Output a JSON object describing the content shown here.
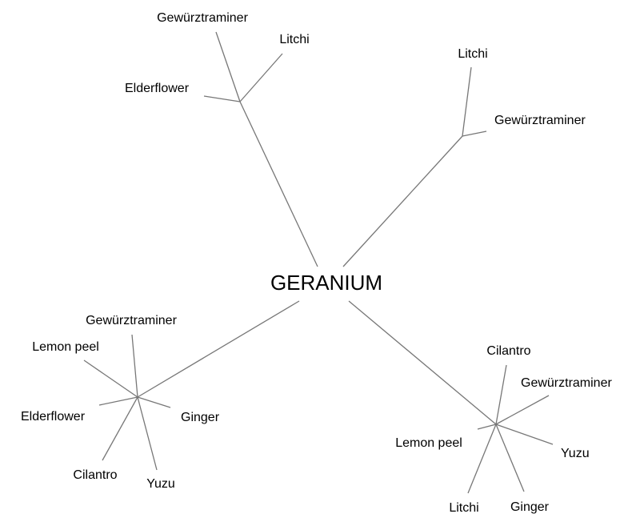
{
  "center": "GERANIUM",
  "line_color": "#777777",
  "clusters": [
    {
      "name": "top-left",
      "leaves": [
        "Gewürztraminer",
        "Litchi",
        "Elderflower"
      ]
    },
    {
      "name": "top-right",
      "leaves": [
        "Litchi",
        "Gewürztraminer"
      ]
    },
    {
      "name": "bottom-left",
      "leaves": [
        "Gewürztraminer",
        "Lemon peel",
        "Elderflower",
        "Ginger",
        "Cilantro",
        "Yuzu"
      ]
    },
    {
      "name": "bottom-right",
      "leaves": [
        "Cilantro",
        "Gewürztraminer",
        "Lemon peel",
        "Yuzu",
        "Litchi",
        "Ginger"
      ]
    }
  ]
}
